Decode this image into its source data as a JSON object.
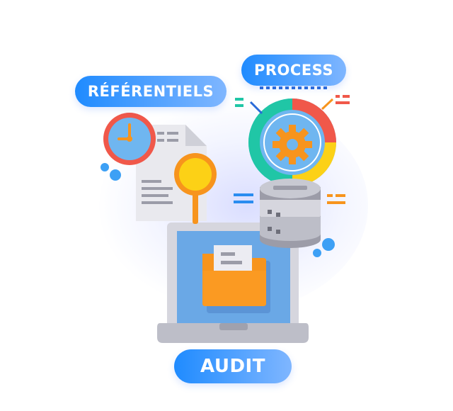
{
  "labels": {
    "referentiels": "RÉFÉRENTIELS",
    "process": "PROCESS",
    "audit": "AUDIT"
  },
  "icons": [
    "clock-icon",
    "document-icon",
    "magnifier-icon",
    "pie-chart-icon",
    "gear-icon",
    "database-icon",
    "laptop-icon",
    "folder-icon"
  ],
  "colors": {
    "pill_gradient_start": "#1f8bff",
    "pill_gradient_end": "#7fb6ff",
    "laptop_screen": "#6aa8e6",
    "folder": "#f7941d",
    "clock_ring": "#f0584a",
    "chart_teal": "#20c6a6",
    "chart_red": "#f0584a",
    "chart_yellow": "#fcd116",
    "chart_blue": "#6fb6f0"
  }
}
